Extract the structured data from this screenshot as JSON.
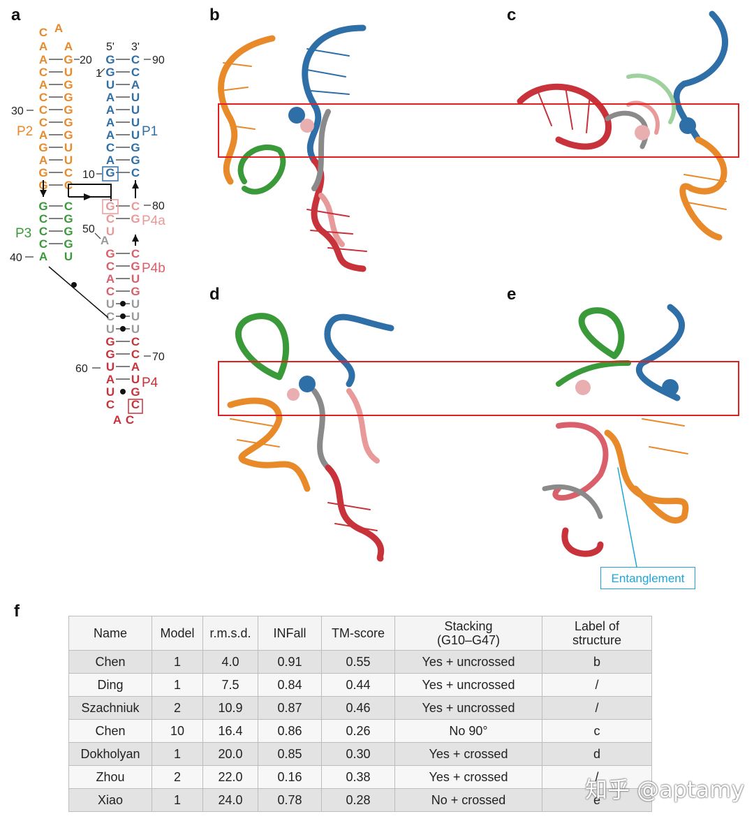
{
  "panels": {
    "a": "a",
    "b": "b",
    "c": "c",
    "d": "d",
    "e": "e",
    "f": "f"
  },
  "secondary_structure": {
    "helix_labels": {
      "p1": "P1",
      "p2": "P2",
      "p3": "P3",
      "p4": "P4",
      "p4a": "P4a",
      "p4b": "P4b"
    },
    "end_labels": {
      "five_prime": "5'",
      "three_prime": "3'"
    },
    "position_numbers": {
      "n1": "1",
      "n10": "10",
      "n20": "20",
      "n30": "30",
      "n40": "40",
      "n50": "50",
      "n60": "60",
      "n70": "70",
      "n80": "80",
      "n90": "90"
    },
    "p2_loop": [
      "C",
      "A",
      "A",
      "A"
    ],
    "p2_left": [
      "A",
      "C",
      "A",
      "C",
      "C",
      "C",
      "A",
      "G",
      "A",
      "G",
      "G"
    ],
    "p2_right": [
      "G",
      "U",
      "G",
      "G",
      "G",
      "G",
      "G",
      "U",
      "U",
      "C",
      "C"
    ],
    "p1_left": [
      "G",
      "G",
      "U",
      "A",
      "A",
      "A",
      "A",
      "C",
      "A",
      "G"
    ],
    "p1_right": [
      "C",
      "C",
      "A",
      "U",
      "U",
      "U",
      "U",
      "G",
      "G",
      "C"
    ],
    "p3_left": [
      "G",
      "C",
      "C",
      "C",
      "A"
    ],
    "p3_right": [
      "C",
      "G",
      "G",
      "G",
      "U"
    ],
    "p4a_left": [
      "G",
      "C",
      "U"
    ],
    "p4a_right": [
      "C",
      "G"
    ],
    "j_nt": "A",
    "p4b_left": [
      "G",
      "C",
      "A",
      "C"
    ],
    "p4b_right": [
      "C",
      "G",
      "U",
      "G"
    ],
    "grey_left": [
      "U",
      "C",
      "U"
    ],
    "grey_right": [
      "U",
      "U",
      "U"
    ],
    "p4_left": [
      "G",
      "G",
      "U",
      "A",
      "U",
      "C"
    ],
    "p4_right": [
      "C",
      "C",
      "A",
      "U",
      "G",
      "C"
    ],
    "p4_loop": [
      "A",
      "C"
    ],
    "colors": {
      "p1": "#2f6fa8",
      "p2": "#e8892a",
      "p3": "#3a9a3a",
      "p4": "#c8323a",
      "p4a": "#e89a9a",
      "p4b": "#d9606a",
      "grey": "#9a9a9a"
    }
  },
  "annotation": {
    "entanglement": "Entanglement"
  },
  "table": {
    "headers": {
      "name": "Name",
      "model": "Model",
      "rmsd": "r.m.s.d.",
      "infall": "INFall",
      "tm": "TM-score",
      "stack1": "Stacking",
      "stack2": "(G10–G47)",
      "label1": "Label of",
      "label2": "structure"
    },
    "rows": [
      {
        "name": "Chen",
        "model": "1",
        "rmsd": "4.0",
        "infall": "0.91",
        "tm": "0.55",
        "stacking": "Yes + uncrossed",
        "label": "b"
      },
      {
        "name": "Ding",
        "model": "1",
        "rmsd": "7.5",
        "infall": "0.84",
        "tm": "0.44",
        "stacking": "Yes + uncrossed",
        "label": "/"
      },
      {
        "name": "Szachniuk",
        "model": "2",
        "rmsd": "10.9",
        "infall": "0.87",
        "tm": "0.46",
        "stacking": "Yes + uncrossed",
        "label": "/"
      },
      {
        "name": "Chen",
        "model": "10",
        "rmsd": "16.4",
        "infall": "0.86",
        "tm": "0.26",
        "stacking": "No 90°",
        "label": "c"
      },
      {
        "name": "Dokholyan",
        "model": "1",
        "rmsd": "20.0",
        "infall": "0.85",
        "tm": "0.30",
        "stacking": "Yes + crossed",
        "label": "d"
      },
      {
        "name": "Zhou",
        "model": "2",
        "rmsd": "22.0",
        "infall": "0.16",
        "tm": "0.38",
        "stacking": "Yes + crossed",
        "label": "/"
      },
      {
        "name": "Xiao",
        "model": "1",
        "rmsd": "24.0",
        "infall": "0.78",
        "tm": "0.28",
        "stacking": "No + crossed",
        "label": "e"
      }
    ]
  },
  "watermark": "知乎 @aptamy"
}
